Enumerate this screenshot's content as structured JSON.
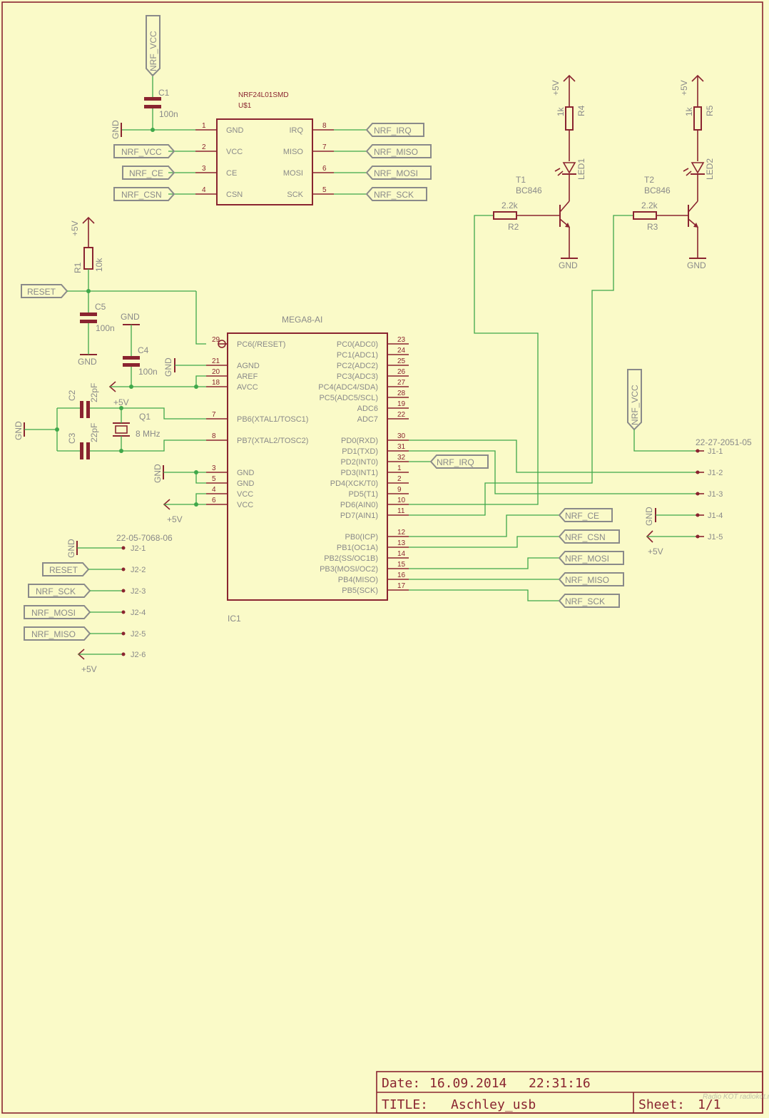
{
  "colors": {
    "background": "#fafac8",
    "wire": "#3fa84a",
    "component": "#8a2430",
    "label": "#8a8a8a"
  },
  "radio": {
    "name": "NRF24L01SMD",
    "ref": "U$1",
    "left_pins": [
      {
        "num": "1",
        "name": "GND"
      },
      {
        "num": "2",
        "name": "VCC"
      },
      {
        "num": "3",
        "name": "CE"
      },
      {
        "num": "4",
        "name": "CSN"
      }
    ],
    "right_pins": [
      {
        "num": "8",
        "name": "IRQ"
      },
      {
        "num": "7",
        "name": "MISO"
      },
      {
        "num": "6",
        "name": "MOSI"
      },
      {
        "num": "5",
        "name": "SCK"
      }
    ],
    "left_flags": [
      "NRF_VCC",
      "NRF_CE",
      "NRF_CSN"
    ],
    "right_flags": [
      "NRF_IRQ",
      "NRF_MISO",
      "NRF_MOSI",
      "NRF_SCK"
    ],
    "top_flag": "NRF_VCC",
    "gnd": "GND"
  },
  "c1": {
    "ref": "C1",
    "value": "100n"
  },
  "mcu": {
    "name": "MEGA8-AI",
    "ref": "IC1",
    "left_pins": [
      {
        "num": "29",
        "name": "PC6(/RESET)"
      },
      {
        "num": "21",
        "name": "AGND"
      },
      {
        "num": "20",
        "name": "AREF"
      },
      {
        "num": "18",
        "name": "AVCC"
      },
      {
        "num": "7",
        "name": "PB6(XTAL1/TOSC1)"
      },
      {
        "num": "8",
        "name": "PB7(XTAL2/TOSC2)"
      },
      {
        "num": "3",
        "name": "GND"
      },
      {
        "num": "5",
        "name": "GND"
      },
      {
        "num": "4",
        "name": "VCC"
      },
      {
        "num": "6",
        "name": "VCC"
      }
    ],
    "right_pins": [
      {
        "num": "23",
        "name": "PC0(ADC0)"
      },
      {
        "num": "24",
        "name": "PC1(ADC1)"
      },
      {
        "num": "25",
        "name": "PC2(ADC2)"
      },
      {
        "num": "26",
        "name": "PC3(ADC3)"
      },
      {
        "num": "27",
        "name": "PC4(ADC4/SDA)"
      },
      {
        "num": "28",
        "name": "PC5(ADC5/SCL)"
      },
      {
        "num": "19",
        "name": "ADC6"
      },
      {
        "num": "22",
        "name": "ADC7"
      },
      {
        "num": "30",
        "name": "PD0(RXD)"
      },
      {
        "num": "31",
        "name": "PD1(TXD)"
      },
      {
        "num": "32",
        "name": "PD2(INT0)"
      },
      {
        "num": "1",
        "name": "PD3(INT1)"
      },
      {
        "num": "2",
        "name": "PD4(XCK/T0)"
      },
      {
        "num": "9",
        "name": "PD5(T1)"
      },
      {
        "num": "10",
        "name": "PD6(AIN0)"
      },
      {
        "num": "11",
        "name": "PD7(AIN1)"
      },
      {
        "num": "12",
        "name": "PB0(ICP)"
      },
      {
        "num": "13",
        "name": "PB1(OC1A)"
      },
      {
        "num": "14",
        "name": "PB2(SS/OC1B)"
      },
      {
        "num": "15",
        "name": "PB3(MOSI/OC2)"
      },
      {
        "num": "16",
        "name": "PB4(MISO)"
      },
      {
        "num": "17",
        "name": "PB5(SCK)"
      }
    ],
    "flags": [
      "NRF_IRQ",
      "NRF_CE",
      "NRF_CSN",
      "NRF_MOSI",
      "NRF_MISO",
      "NRF_SCK"
    ]
  },
  "reset": {
    "flag": "RESET",
    "r1_ref": "R1",
    "r1_val": "10k",
    "c5_ref": "C5",
    "c5_val": "100n",
    "supply": "+5V",
    "gnd": "GND"
  },
  "c4": {
    "ref": "C4",
    "value": "100n",
    "gnd_top": "GND",
    "gnd_side": "GND"
  },
  "crystal": {
    "c2_ref": "C2",
    "c2_val": "22pF",
    "c3_ref": "C3",
    "c3_val": "22pF",
    "q_ref": "Q1",
    "q_val": "8 MHz",
    "supply": "+5V",
    "gnd": "GND"
  },
  "power": {
    "gnd": "GND",
    "supply": "+5V"
  },
  "j2": {
    "part": "22-05-7068-06",
    "pins": [
      "J2-1",
      "J2-2",
      "J2-3",
      "J2-4",
      "J2-5",
      "J2-6"
    ],
    "gnd": "GND",
    "flags": [
      "RESET",
      "NRF_SCK",
      "NRF_MOSI",
      "NRF_MISO"
    ],
    "supply": "+5V"
  },
  "j1": {
    "part": "22-27-2051-05",
    "pins": [
      "J1-1",
      "J1-2",
      "J1-3",
      "J1-4",
      "J1-5"
    ],
    "vcc_flag": "NRF_VCC",
    "gnd": "GND",
    "supply": "+5V"
  },
  "led1": {
    "t_ref": "T1",
    "t_val": "BC846",
    "r_base_val": "2.2k",
    "r_base_ref": "R2",
    "r_led_val": "1k",
    "r_led_ref": "R4",
    "led_ref": "LED1",
    "supply": "+5V",
    "gnd": "GND"
  },
  "led2": {
    "t_ref": "T2",
    "t_val": "BC846",
    "r_base_val": "2.2k",
    "r_base_ref": "R3",
    "r_led_val": "1k",
    "r_led_ref": "R5",
    "led_ref": "LED2",
    "supply": "+5V",
    "gnd": "GND"
  },
  "titleblock": {
    "date_label": "Date:",
    "date": "16.09.2014",
    "time": "22:31:16",
    "title_label": "TITLE:",
    "title": "Aschley_usb",
    "sheet_label": "Sheet:",
    "sheet": "1/1"
  },
  "watermark": "Radio KOT radiokot.ru"
}
